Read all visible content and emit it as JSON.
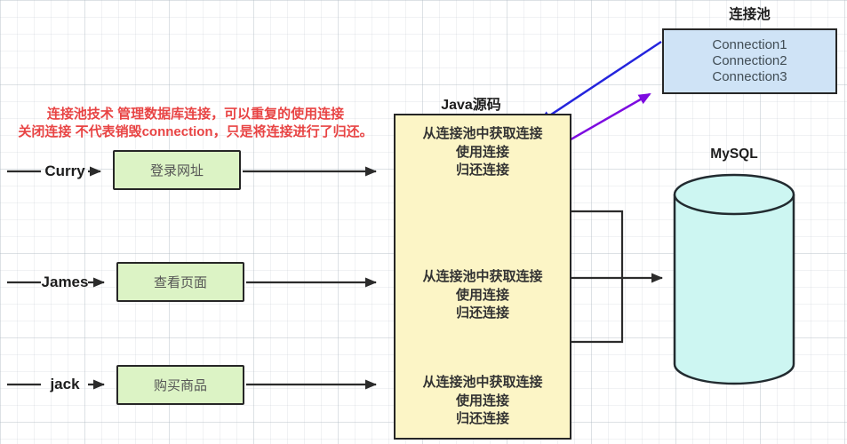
{
  "note": {
    "line1": "连接池技术 管理数据库连接，可以重复的使用连接",
    "line2": "关闭连接 不代表销毁connection，只是将连接进行了归还。"
  },
  "users": [
    {
      "name": "Curry",
      "action": "登录网址"
    },
    {
      "name": "James",
      "action": "查看页面"
    },
    {
      "name": "jack",
      "action": "购买商品"
    }
  ],
  "java_box": {
    "title": "Java源码",
    "groups": [
      {
        "lines": [
          "从连接池中获取连接",
          "使用连接",
          "归还连接"
        ]
      },
      {
        "lines": [
          "从连接池中获取连接",
          "使用连接",
          "归还连接"
        ]
      },
      {
        "lines": [
          "从连接池中获取连接",
          "使用连接",
          "归还连接"
        ]
      }
    ]
  },
  "pool": {
    "title": "连接池",
    "connections": [
      "Connection1",
      "Connection2",
      "Connection3"
    ]
  },
  "database": {
    "label": "MySQL"
  },
  "colors": {
    "note_text": "#e84444",
    "java_box_fill": "#fcf5c6",
    "action_box_fill": "#dcf3c5",
    "pool_box_fill": "#cfe3f6",
    "database_fill": "#cdf6f2",
    "line_black": "#2b2b2b",
    "arrow_blue": "#2424dd",
    "arrow_purple": "#7d0be0"
  }
}
